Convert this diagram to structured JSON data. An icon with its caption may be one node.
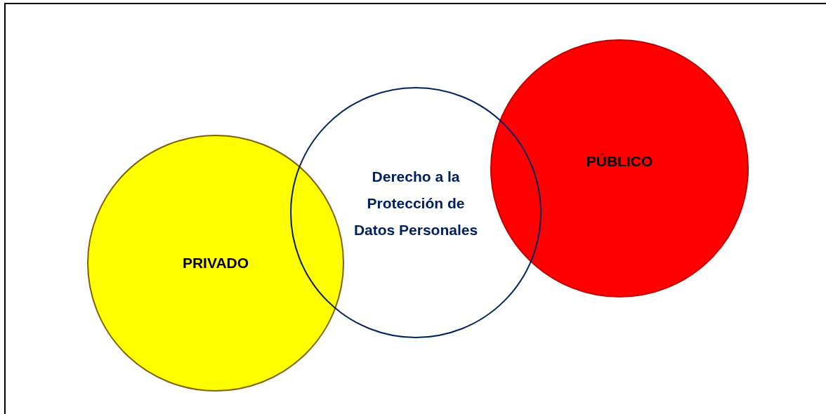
{
  "diagram": {
    "nodes": [
      {
        "text": [
          "PRIVADO"
        ]
      },
      {
        "text": [
          "PÚBLICO"
        ]
      },
      {
        "text": [
          "Derecho a la Protección de Datos Personales"
        ]
      }
    ]
  }
}
